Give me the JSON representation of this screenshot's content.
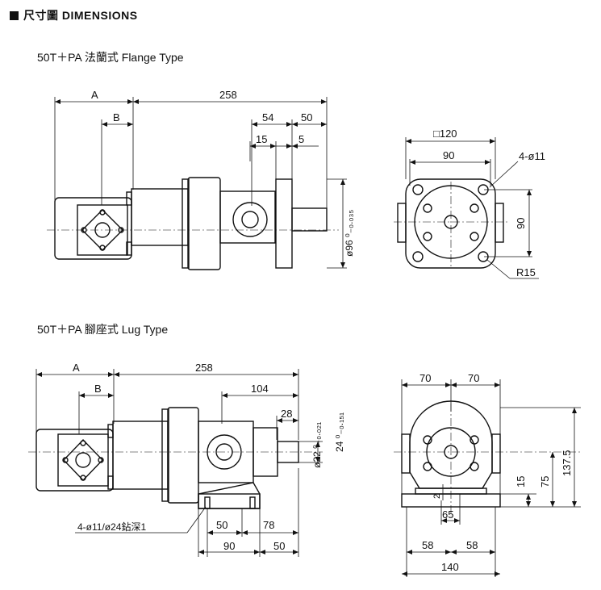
{
  "header": {
    "title": "尺寸圖 DIMENSIONS"
  },
  "flange_section": {
    "heading": "50T＋PA 法蘭式 Flange Type"
  },
  "lug_section": {
    "heading": "50T＋PA 腳座式 Lug Type"
  },
  "flange_side_dims": {
    "A": "A",
    "B": "B",
    "overall": "258",
    "d54": "54",
    "d50": "50",
    "d15": "15",
    "d5": "5",
    "shaft": "ø96 ⁰₋₀.₀₃₅"
  },
  "flange_front_dims": {
    "square": "□120",
    "d90_top": "90",
    "holes": "4-ø11",
    "d90_side": "90",
    "radius": "R15"
  },
  "lug_side_dims": {
    "A": "A",
    "B": "B",
    "overall": "258",
    "d104": "104",
    "d28": "28",
    "shaft1": "ø22 ⁰₋₀.₀₂₁",
    "shaft2": "24 ⁰₋₀.₁₅₁",
    "holes": "4-ø11/ø24鉆深1",
    "d50a": "50",
    "d78": "78",
    "d90": "90",
    "d50b": "50"
  },
  "lug_front_dims": {
    "d70a": "70",
    "d70b": "70",
    "d137": "137.5",
    "d75": "75",
    "d15": "15",
    "d2": "2",
    "d65": "65",
    "d58a": "58",
    "d58b": "58",
    "d140": "140"
  }
}
